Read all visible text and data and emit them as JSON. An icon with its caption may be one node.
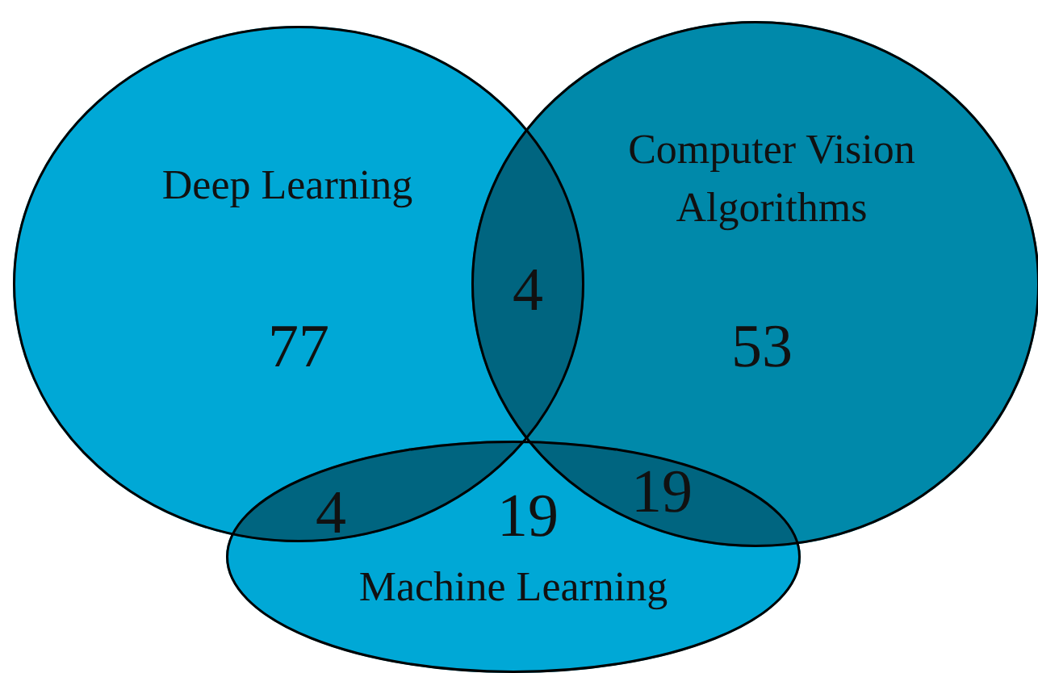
{
  "diagram": {
    "nodes": [
      {
        "text": [
          "Deep Learning"
        ]
      },
      {
        "text": [
          "Computer Vision Algorithms"
        ]
      },
      {
        "text": [
          "Machine Learning"
        ]
      }
    ],
    "labels": [
      "4",
      "77",
      "53",
      "19",
      "4",
      "19"
    ]
  }
}
